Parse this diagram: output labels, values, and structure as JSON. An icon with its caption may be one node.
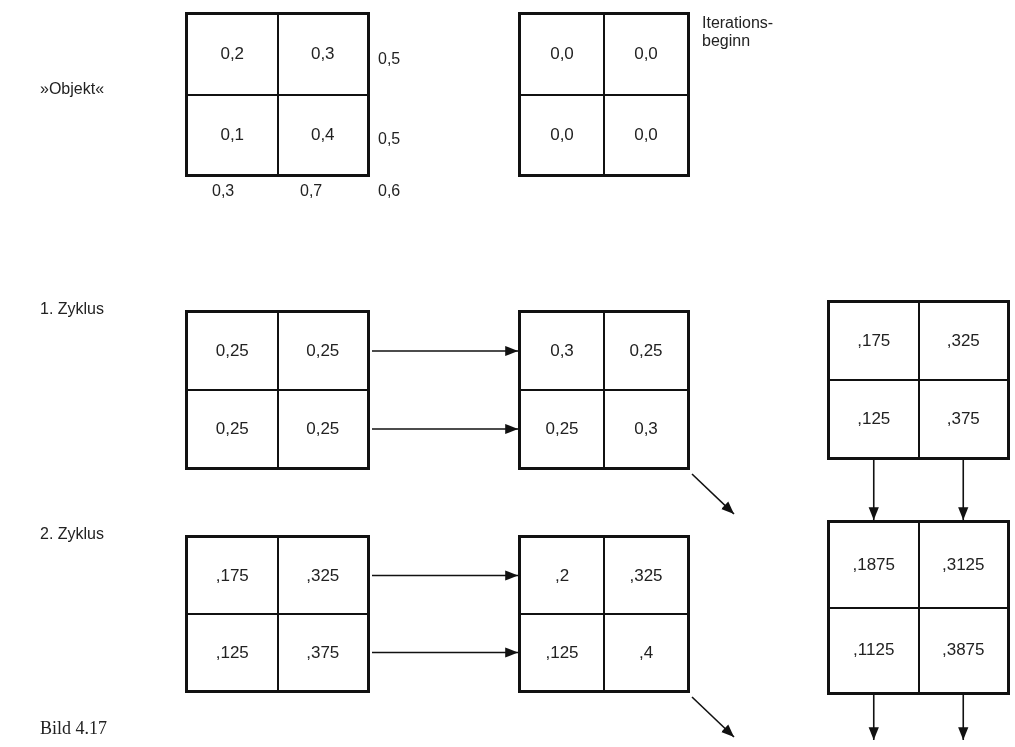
{
  "diagram": {
    "caption": "Bild 4.17",
    "nodes": [
      {
        "text": [],
        "shape": "box"
      },
      {
        "text": [
          "0,2"
        ],
        "in": 0
      },
      {
        "text": [
          "0,3"
        ],
        "in": 0
      },
      {
        "text": [
          "0,1"
        ],
        "in": 0
      },
      {
        "text": [
          "0,4"
        ],
        "in": 0
      },
      {
        "text": [],
        "shape": "box",
        "beside": [
          "Iterations- beginn"
        ]
      },
      {
        "text": [
          "0,0"
        ],
        "in": 5
      },
      {
        "text": [
          "0,0"
        ],
        "in": 5
      },
      {
        "text": [
          "0,0"
        ],
        "in": 5
      },
      {
        "text": [
          "0,0"
        ],
        "in": 5
      },
      {
        "text": [],
        "shape": "box"
      },
      {
        "text": [
          "0,25"
        ],
        "in": 10
      },
      {
        "text": [
          "0,25"
        ],
        "in": 10
      },
      {
        "text": [
          "0,25"
        ],
        "in": 10
      },
      {
        "text": [
          "0,25"
        ],
        "in": 10
      },
      {
        "text": [],
        "shape": "box"
      },
      {
        "text": [
          "0,3"
        ],
        "in": 15
      },
      {
        "text": [
          "0,25"
        ],
        "in": 15
      },
      {
        "text": [
          "0,25"
        ],
        "in": 15
      },
      {
        "text": [
          "0,3"
        ],
        "in": 15
      },
      {
        "text": [],
        "shape": "box"
      },
      {
        "text": [
          ",175"
        ],
        "in": 20
      },
      {
        "text": [
          ",325"
        ],
        "in": 20
      },
      {
        "text": [
          ",125"
        ],
        "in": 20
      },
      {
        "text": [
          ",375"
        ],
        "in": 20
      },
      {
        "text": [],
        "shape": "box"
      },
      {
        "text": [
          ",175"
        ],
        "in": 25
      },
      {
        "text": [
          ",325"
        ],
        "in": 25
      },
      {
        "text": [
          ",125"
        ],
        "in": 25
      },
      {
        "text": [
          ",375"
        ],
        "in": 25
      },
      {
        "text": [],
        "shape": "box"
      },
      {
        "text": [
          ",2"
        ],
        "in": 30
      },
      {
        "text": [
          ",325"
        ],
        "in": 30
      },
      {
        "text": [
          ",125"
        ],
        "in": 30
      },
      {
        "text": [
          ",4"
        ],
        "in": 30
      },
      {
        "text": [],
        "shape": "box"
      },
      {
        "text": [
          ",1875"
        ],
        "in": 35
      },
      {
        "text": [
          ",3125"
        ],
        "in": 35
      },
      {
        "text": [
          ",1125"
        ],
        "in": 35
      },
      {
        "text": [
          ",3875"
        ],
        "in": 35
      }
    ],
    "edges": [
      {
        "from": 12,
        "to": 16,
        "arrow": "to"
      },
      {
        "from": 14,
        "to": 18,
        "arrow": "to"
      },
      {
        "from": 15,
        "to": null,
        "arrow": "to"
      },
      {
        "from": 23,
        "to": 36,
        "arrow": "to"
      },
      {
        "from": 24,
        "to": 37,
        "arrow": "to"
      },
      {
        "from": 27,
        "to": 31,
        "arrow": "to"
      },
      {
        "from": 29,
        "to": 33,
        "arrow": "to"
      },
      {
        "from": 30,
        "to": null,
        "arrow": "to"
      },
      {
        "from": 38,
        "to": null,
        "arrow": "to"
      },
      {
        "from": 39,
        "to": null,
        "arrow": "to"
      }
    ],
    "labels": [
      "»Objekt«",
      "0,5",
      "0,5",
      "0,3",
      "0,7",
      "0,6",
      "1. Zyklus",
      "2. Zyklus"
    ]
  }
}
